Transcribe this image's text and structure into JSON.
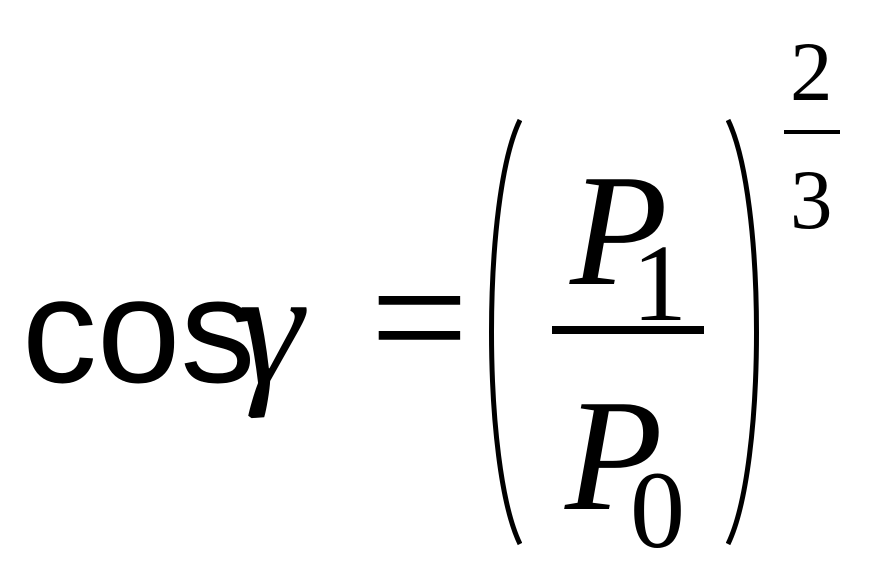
{
  "formula": {
    "function_name": "cos",
    "variable": "γ",
    "equals": "=",
    "numerator": {
      "symbol": "P",
      "subscript": "1"
    },
    "denominator": {
      "symbol": "P",
      "subscript": "0"
    },
    "exponent": {
      "numerator": "2",
      "denominator": "3"
    }
  }
}
